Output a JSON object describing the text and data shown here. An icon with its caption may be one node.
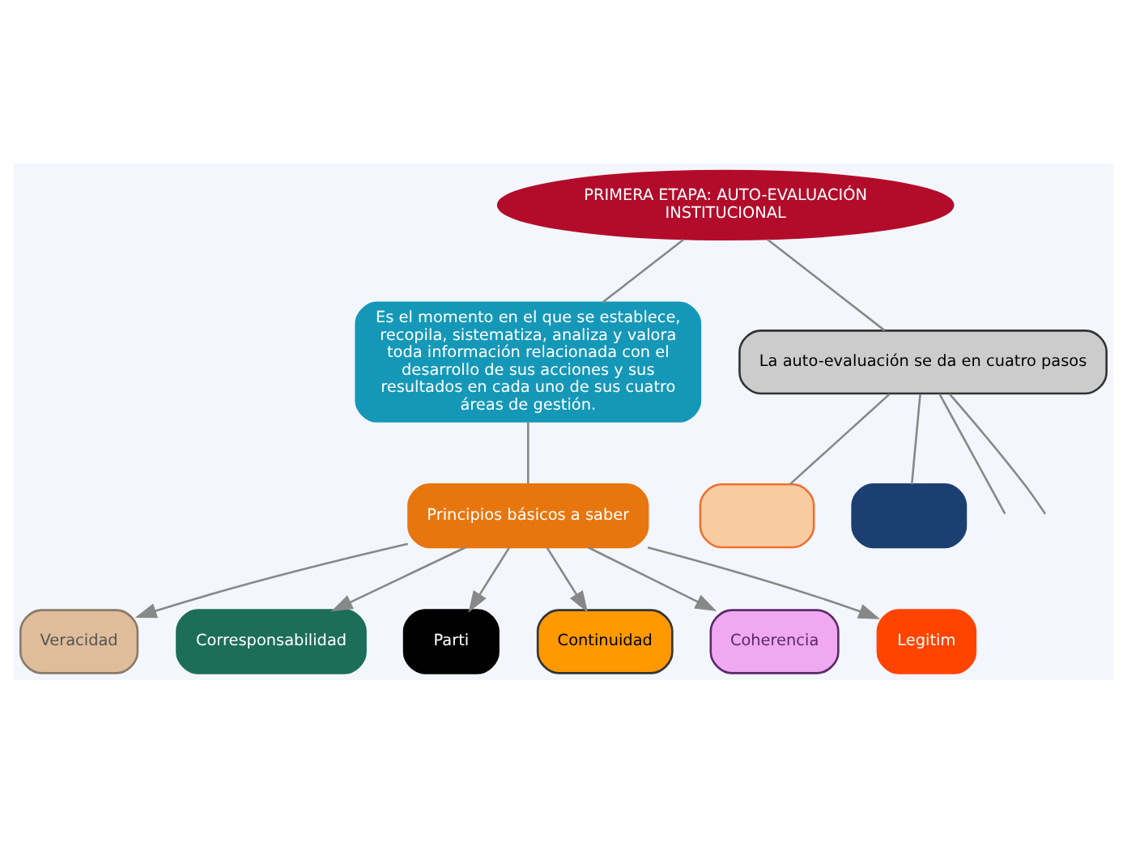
{
  "diagram": {
    "nodes": [
      {
        "text": [
          "PRIMERA ETAPA: AUTO-EVALUACIÓN INSTITUCIONAL"
        ]
      },
      {
        "text": [
          "Es el momento en el que se establece, recopila, sistematiza, analiza y valora toda información relacionada con el desarrollo de sus acciones y sus resultados en cada uno de sus cuatro áreas de gestión."
        ]
      },
      {
        "text": [
          "Principios básicos a saber"
        ]
      },
      {
        "text": [
          "Veracidad"
        ]
      },
      {
        "text": [
          "Corresponsabilidad"
        ]
      },
      {
        "text": [
          "Parti"
        ]
      },
      {
        "text": [
          "Continuidad"
        ]
      },
      {
        "text": [
          "Coherencia"
        ]
      },
      {
        "text": [
          "Legitim"
        ]
      },
      {
        "text": [
          "La auto-evaluación se da en cuatro pasos"
        ]
      },
      {
        "text": [],
        "shape": "box"
      },
      {
        "text": [],
        "shape": "box"
      }
    ],
    "edges": [
      {
        "from": 0,
        "to": 1,
        "arrow": "none"
      },
      {
        "from": 1,
        "to": 2,
        "arrow": "none"
      },
      {
        "from": 2,
        "to": 3,
        "arrow": "to"
      },
      {
        "from": 2,
        "to": 6,
        "arrow": "to"
      },
      {
        "from": 2,
        "to": 4,
        "arrow": "to"
      },
      {
        "from": 2,
        "to": 7,
        "arrow": "to"
      },
      {
        "from": 2,
        "to": 5,
        "arrow": "to"
      },
      {
        "from": 2,
        "to": 8,
        "arrow": "to"
      },
      {
        "from": 0,
        "to": 9,
        "arrow": "none"
      },
      {
        "from": 9,
        "to": null,
        "arrow": "none"
      },
      {
        "from": 9,
        "to": 10,
        "arrow": "none"
      },
      {
        "from": 9,
        "to": 11,
        "arrow": "none"
      },
      {
        "from": 9,
        "to": null,
        "arrow": "none"
      }
    ]
  }
}
